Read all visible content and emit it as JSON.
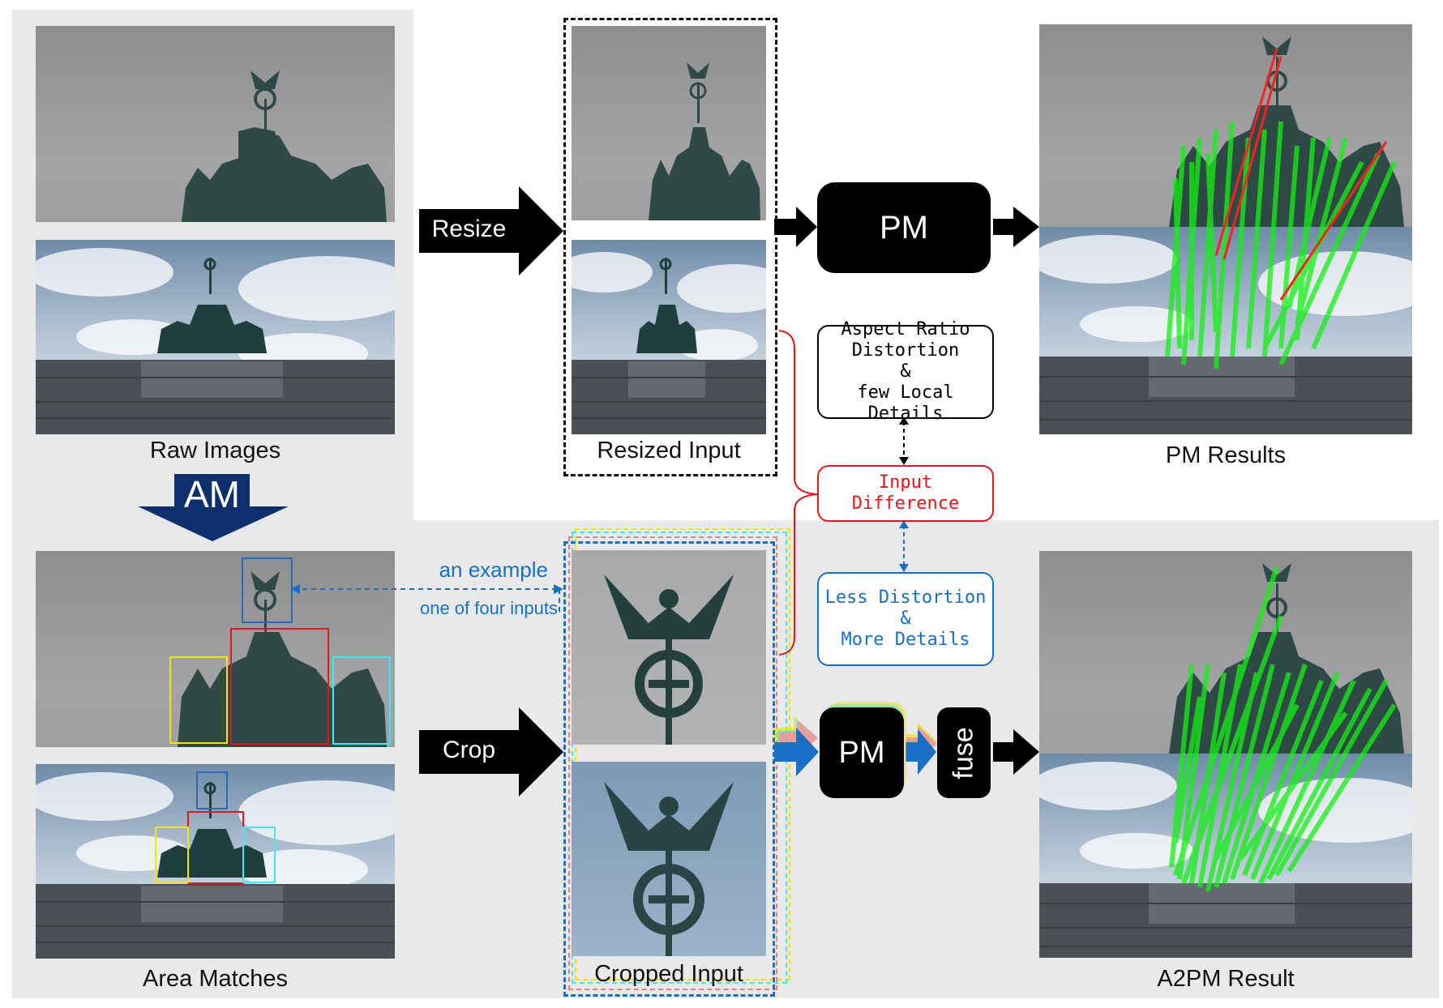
{
  "labels": {
    "raw_images": "Raw Images",
    "area_matches": "Area Matches",
    "resized_input": "Resized Input",
    "cropped_input": "Cropped Input",
    "pm_results": "PM Results",
    "a2pm_result": "A2PM Result"
  },
  "steps": {
    "resize": "Resize",
    "crop": "Crop",
    "am": "AM",
    "pm_top": "PM",
    "pm_bottom": "PM",
    "fuse": "fuse"
  },
  "notes": {
    "aspect": "Aspect Ratio\nDistortion\n&\nfew Local Details",
    "input_diff": "Input\nDifference",
    "less_distortion": "Less Distortion\n&\nMore Details"
  },
  "annotations": {
    "an_example": "an example",
    "one_of_four": "one of four inputs"
  },
  "colors": {
    "panel_bg": "#e8e9eb",
    "red": "#e8141b",
    "blue": "#1a6fc4",
    "yellow": "#f2e600",
    "cyan": "#45e6f0",
    "steel_blue": "#2f6ab0",
    "navy_arrow": "#0d2f6b",
    "match_green": "#14f014",
    "match_red": "#ff2020"
  }
}
